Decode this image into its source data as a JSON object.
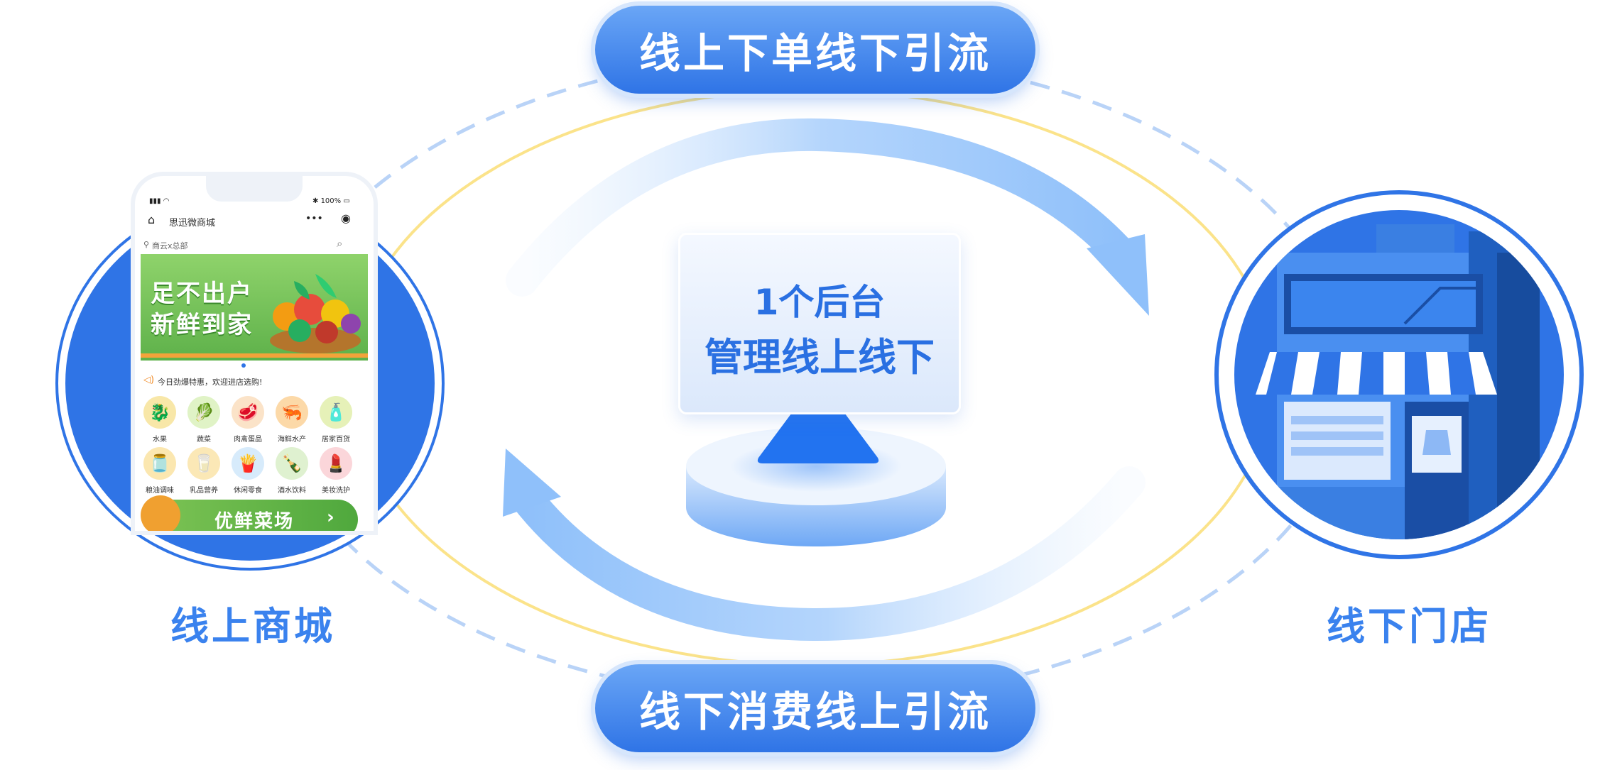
{
  "top_banner": "线上下单线下引流",
  "bottom_banner": "线下消费线上引流",
  "center": {
    "line1": "1个后台",
    "line2": "管理线上线下"
  },
  "left_label": "线上商城",
  "right_label": "线下门店",
  "phone": {
    "status_time": "100%",
    "app_title": "思迅微商城",
    "location": "商云x总部",
    "banner_text_1": "足不出户",
    "banner_text_2": "新鲜到家",
    "notice": "今日劲爆特惠，欢迎进店选购!",
    "categories": [
      "水果",
      "蔬菜",
      "肉禽蛋品",
      "海鲜水产",
      "居家百货",
      "粮油调味",
      "乳品营养",
      "休闲零食",
      "酒水饮料",
      "美妆洗护"
    ],
    "promo": "优鲜菜场"
  },
  "colors": {
    "primary": "#2f74e6",
    "accent_yellow": "#fbe38a",
    "light_blue": "#a8cdfb"
  }
}
